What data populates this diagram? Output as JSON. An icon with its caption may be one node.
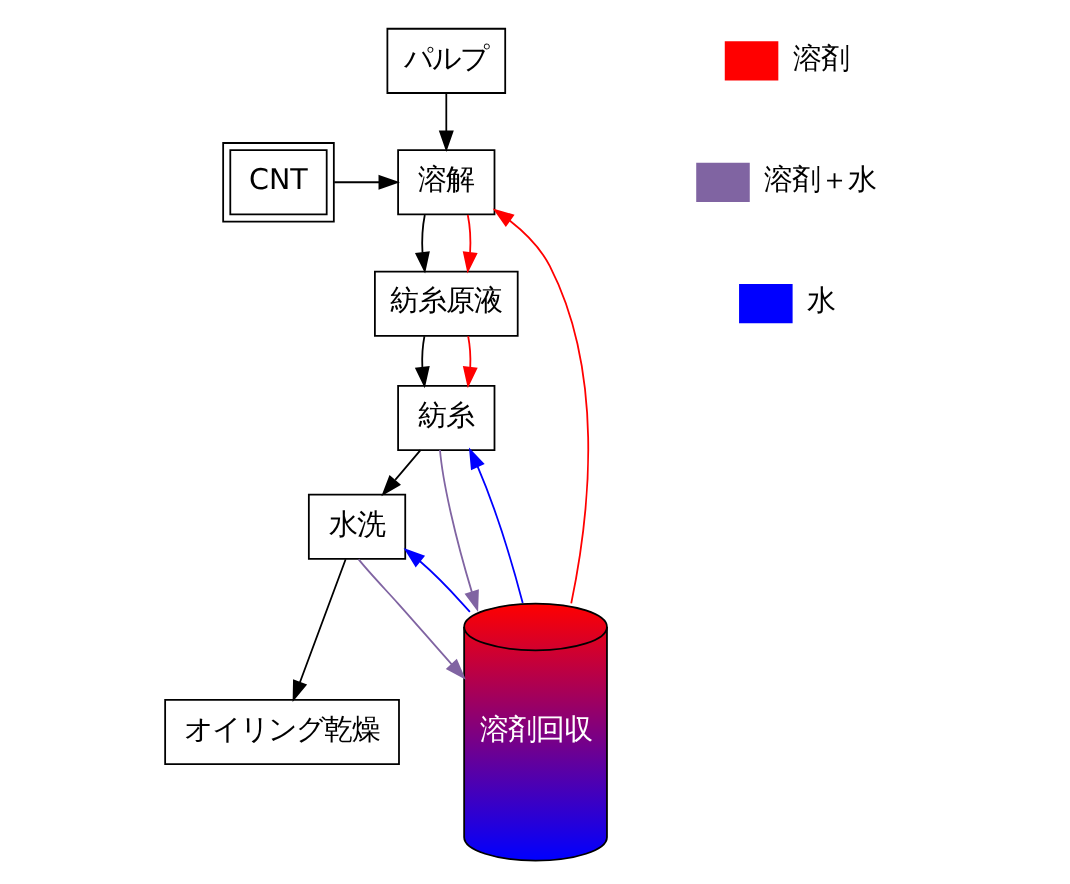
{
  "diagram": {
    "nodes": [
      {
        "text": [
          "パルプ"
        ]
      },
      {
        "text": [
          "CNT"
        ]
      },
      {
        "text": [
          "溶解"
        ]
      },
      {
        "text": [
          "紡糸原液"
        ]
      },
      {
        "text": [
          "紡糸"
        ]
      },
      {
        "text": [
          "水洗"
        ]
      },
      {
        "text": [
          "オイリング乾燥"
        ]
      },
      {
        "text": [
          "溶剤回収"
        ]
      }
    ],
    "edges": [
      {
        "from": 0,
        "to": 2,
        "arrow": "to"
      },
      {
        "from": 1,
        "to": 2,
        "arrow": "to"
      },
      {
        "from": 2,
        "to": 3,
        "arrow": "to"
      },
      {
        "from": 3,
        "to": 4,
        "arrow": "to"
      },
      {
        "from": 4,
        "to": 5,
        "arrow": "to"
      },
      {
        "from": 5,
        "to": 6,
        "arrow": "to"
      },
      {
        "from": 7,
        "to": 2,
        "arrow": "to",
        "color": "#ff0000"
      },
      {
        "from": 2,
        "to": 3,
        "arrow": "to",
        "color": "#ff0000"
      },
      {
        "from": 3,
        "to": 4,
        "arrow": "to",
        "color": "#ff0000"
      },
      {
        "from": 7,
        "to": 4,
        "arrow": "to",
        "color": "#0000ff"
      },
      {
        "from": 7,
        "to": 5,
        "arrow": "to",
        "color": "#0000ff"
      },
      {
        "from": 4,
        "to": 7,
        "arrow": "to",
        "color": "#8064a2"
      },
      {
        "from": 5,
        "to": 7,
        "arrow": "to",
        "color": "#8064a2"
      }
    ],
    "legend": [
      {
        "text": "溶剤",
        "color": "#ff0000"
      },
      {
        "text": "溶剤＋水",
        "color": "#8064a2"
      },
      {
        "text": "水",
        "color": "#0000ff"
      }
    ]
  }
}
